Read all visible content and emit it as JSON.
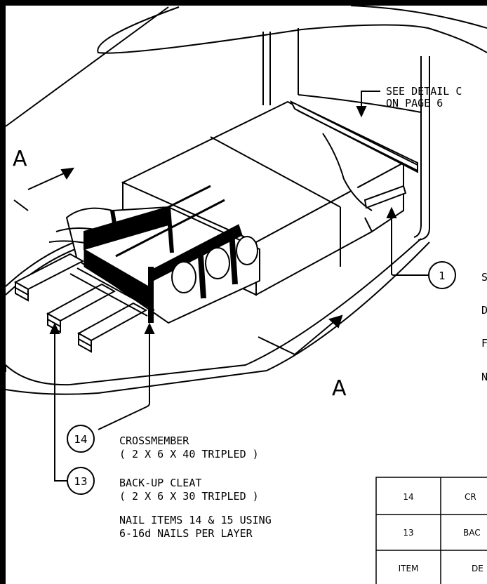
{
  "callouts": {
    "detail_line1": "SEE DETAIL C",
    "detail_line2": "ON PAGE 6",
    "section_top": "A",
    "section_bottom": "A"
  },
  "items": [
    {
      "number": "1"
    },
    {
      "number": "14",
      "name": "CROSSMEMBER",
      "spec": "( 2 X 6 X 40 TRIPLED )"
    },
    {
      "number": "13",
      "name": "BACK-UP CLEAT",
      "spec": "( 2 X 6 X 30 TRIPLED )"
    }
  ],
  "notes": {
    "line1": "NAIL ITEMS 14 & 15 USING",
    "line2": "6-16d NAILS PER LAYER"
  },
  "side_letters": [
    "S",
    "D",
    "F",
    "N"
  ],
  "table": {
    "rows": [
      {
        "item": "14",
        "desc": "CR"
      },
      {
        "item": "13",
        "desc": "BAC"
      },
      {
        "item": "ITEM",
        "desc": "DE"
      }
    ]
  }
}
